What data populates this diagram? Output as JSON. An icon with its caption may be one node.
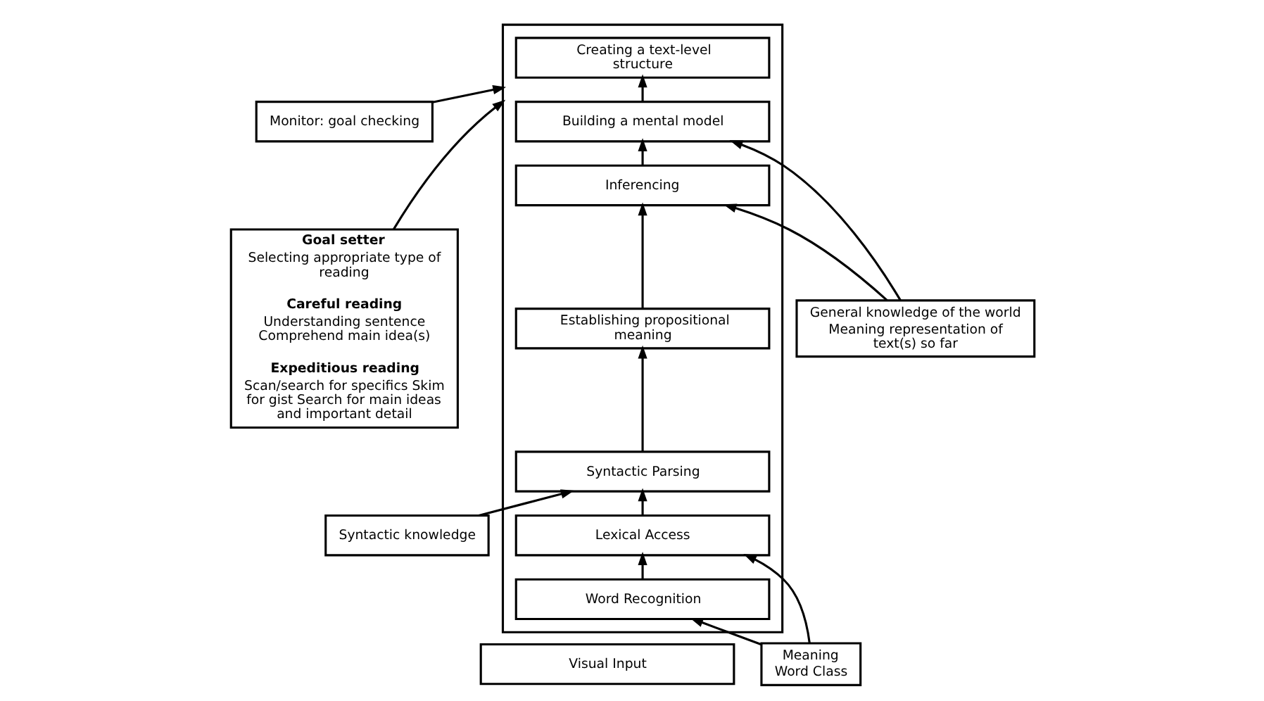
{
  "diagram": {
    "nodes": [
      {
        "text": [
          "Monitor: goal checking"
        ]
      },
      {
        "text": [
          "Goal setter",
          "Selecting appropriate type of reading",
          "Careful reading",
          "Understanding sentence Comprehend main idea(s)",
          "Expeditious reading",
          "Scan/search for specifics Skim for gist Search for main ideas and important detail"
        ]
      },
      {
        "text": [],
        "shape": "box"
      },
      {
        "text": [
          "Creating a text-level structure"
        ],
        "in": 2
      },
      {
        "text": [
          "Building a mental model"
        ],
        "in": 2
      },
      {
        "text": [
          "Inferencing"
        ],
        "in": 2
      },
      {
        "text": [
          "Establishing propositional meaning"
        ],
        "in": 2
      },
      {
        "text": [
          "Syntactic Parsing"
        ],
        "in": 2
      },
      {
        "text": [
          "Lexical Access"
        ],
        "in": 2
      },
      {
        "text": [
          "Word Recognition"
        ],
        "in": 2
      },
      {
        "text": [
          "General knowledge of the world",
          "Meaning representation of text(s) so far"
        ]
      },
      {
        "text": [
          "Syntactic knowledge"
        ]
      },
      {
        "text": [
          "Meaning",
          "Word Class"
        ]
      },
      {
        "text": [
          "Visual Input"
        ]
      }
    ],
    "edges": [
      {
        "from": 0,
        "to": 2,
        "arrow": "to"
      },
      {
        "from": 1,
        "to": 2,
        "arrow": "to"
      },
      {
        "from": 9,
        "to": 8,
        "arrow": "to"
      },
      {
        "from": 8,
        "to": 7,
        "arrow": "to"
      },
      {
        "from": 7,
        "to": 6,
        "arrow": "to"
      },
      {
        "from": 6,
        "to": 5,
        "arrow": "to"
      },
      {
        "from": 5,
        "to": 4,
        "arrow": "to"
      },
      {
        "from": 4,
        "to": 3,
        "arrow": "to"
      },
      {
        "from": 10,
        "to": 4,
        "arrow": "to"
      },
      {
        "from": 10,
        "to": 5,
        "arrow": "to"
      },
      {
        "from": 11,
        "to": 7,
        "arrow": "to"
      },
      {
        "from": 12,
        "to": 8,
        "arrow": "to"
      },
      {
        "from": 12,
        "to": 9,
        "arrow": "to"
      }
    ]
  }
}
